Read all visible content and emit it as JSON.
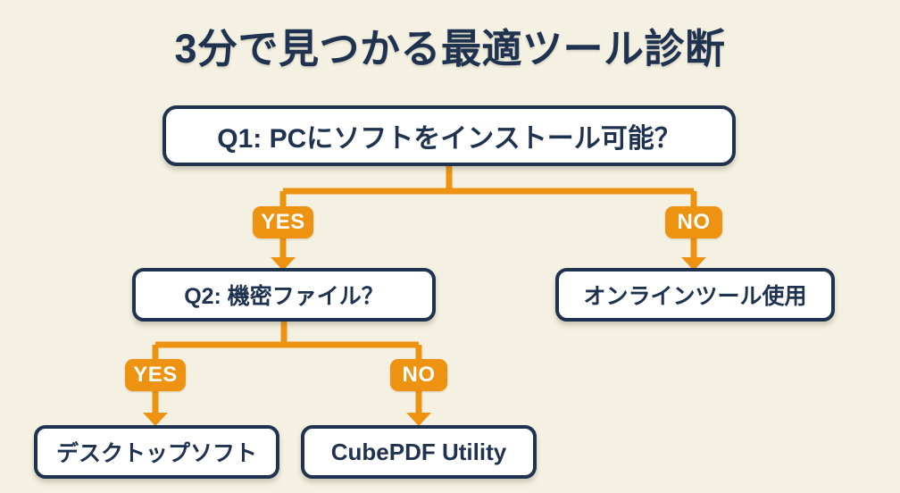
{
  "page": {
    "title": "3分で見つかる最適ツール診断",
    "background_color": "#f4f1e3",
    "accent_color": "#ee9211",
    "node_color": "#1f3250"
  },
  "flow": {
    "q1": {
      "label": "Q1: PCにソフトをインストール可能？"
    },
    "q2": {
      "label": "Q2: 機密ファイル？"
    },
    "online": {
      "label": "オンラインツール使用"
    },
    "desktop": {
      "label": "デスクトップソフト"
    },
    "cube": {
      "label": "CubePDF Utility"
    },
    "badges": {
      "q1_yes": "YES",
      "q1_no": "NO",
      "q2_yes": "YES",
      "q2_no": "NO"
    }
  }
}
